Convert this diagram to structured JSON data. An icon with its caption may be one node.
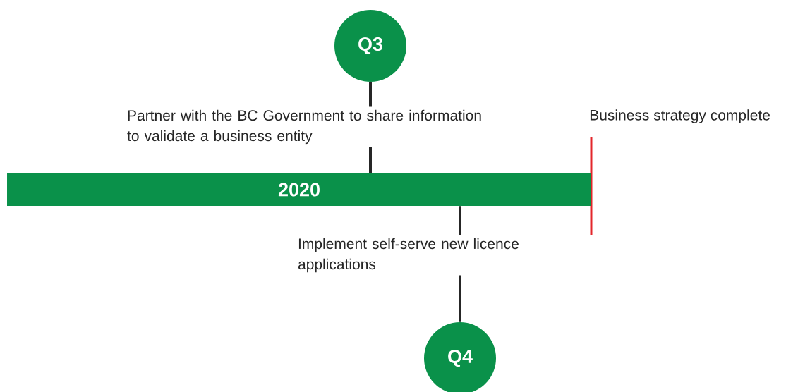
{
  "diagram": {
    "nodes": [
      {
        "text": [
          "Q3"
        ]
      },
      {
        "text": [
          "Partner with the BC Government to share information to validate a business entity"
        ]
      },
      {
        "text": [
          "2020"
        ]
      },
      {
        "text": [
          "Implement self-serve new licence applications"
        ]
      },
      {
        "text": [
          "Q4"
        ]
      }
    ],
    "edges": [
      {
        "from": 0,
        "to": 1,
        "arrow": "none"
      },
      {
        "from": 1,
        "to": 2,
        "arrow": "none"
      },
      {
        "from": 2,
        "to": 3,
        "arrow": "none"
      },
      {
        "from": 3,
        "to": 4,
        "arrow": "none"
      }
    ],
    "labels": [
      "Business strategy complete"
    ]
  }
}
